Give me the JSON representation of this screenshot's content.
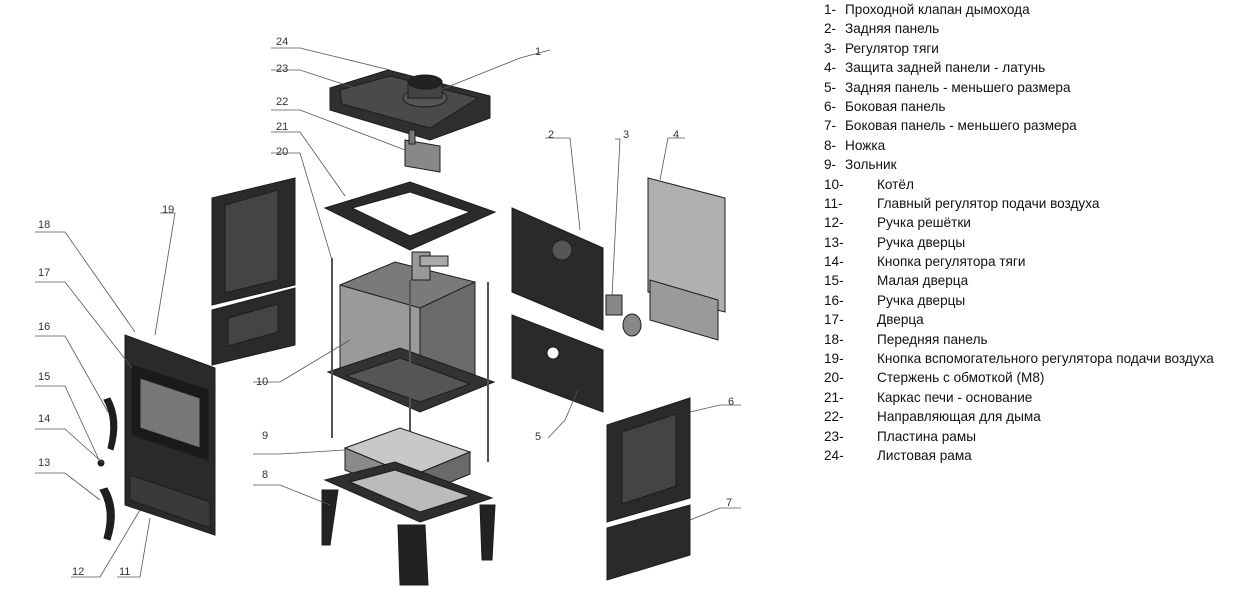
{
  "legend": [
    {
      "num": "1-",
      "text": "Проходной клапан дымохода"
    },
    {
      "num": "2-",
      "text": "Задняя панель"
    },
    {
      "num": "3-",
      "text": "Регулятор тяги"
    },
    {
      "num": "4-",
      "text": "Защита задней панели - латунь"
    },
    {
      "num": "5-",
      "text": "Задняя панель - меньшего размера"
    },
    {
      "num": "6-",
      "text": "Боковая панель"
    },
    {
      "num": "7-",
      "text": "Боковая панель - меньшего размера"
    },
    {
      "num": "8-",
      "text": "Ножка"
    },
    {
      "num": "9-",
      "text": "Зольник"
    },
    {
      "num": "10-",
      "text": "Котёл"
    },
    {
      "num": "11-",
      "text": "Главный регулятор подачи воздуха"
    },
    {
      "num": "12-",
      "text": "Ручка решётки"
    },
    {
      "num": "13-",
      "text": "Ручка дверцы"
    },
    {
      "num": "14-",
      "text": "Кнопка регулятора тяги"
    },
    {
      "num": "15-",
      "text": "Малая дверца"
    },
    {
      "num": "16-",
      "text": "Ручка дверцы"
    },
    {
      "num": "17-",
      "text": "Дверца"
    },
    {
      "num": "18-",
      "text": "Передняя панель"
    },
    {
      "num": "19-",
      "text": "Кнопка вспомогательного регулятора подачи воздуха"
    },
    {
      "num": "20-",
      "text": "Стержень с обмоткой (М8)"
    },
    {
      "num": "21-",
      "text": "Каркас печи - основание"
    },
    {
      "num": "22-",
      "text": "Направляющая для дыма"
    },
    {
      "num": "23-",
      "text": "Пластина рамы"
    },
    {
      "num": "24-",
      "text": "Листовая рама"
    }
  ],
  "callouts": {
    "c1": "1",
    "c2": "2",
    "c3": "3",
    "c4": "4",
    "c5": "5",
    "c6": "6",
    "c7": "7",
    "c8": "8",
    "c9": "9",
    "c10": "10",
    "c11": "11",
    "c12": "12",
    "c13": "13",
    "c14": "14",
    "c15": "15",
    "c16": "16",
    "c17": "17",
    "c18": "18",
    "c19": "19",
    "c20": "20",
    "c21": "21",
    "c22": "22",
    "c23": "23",
    "c24": "24"
  }
}
